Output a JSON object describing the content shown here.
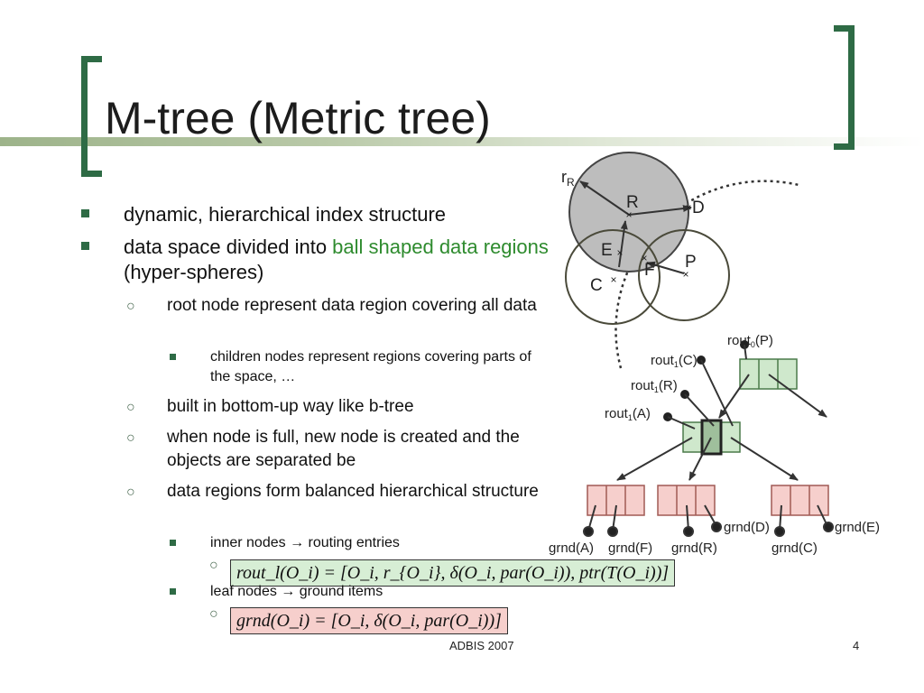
{
  "slide": {
    "title": "M-tree (Metric tree)",
    "bullets": {
      "b1": "dynamic, hierarchical index structure",
      "b2_pre": "data space divided into ",
      "b2_green": "ball shaped data regions",
      "b2_post": " (hyper-spheres)",
      "b2_1": "root node represent data region covering all data",
      "b2_1_1": "children nodes represent regions covering parts of the space, …",
      "b2_2": "built in bottom-up way like b-tree",
      "b2_3": "when node is full, new node is created and the objects are separated be",
      "b2_4": "data regions form balanced hierarchical structure",
      "b2_4_1": "inner nodes → routing entries",
      "b2_4_2": "leaf nodes → ground items"
    },
    "formulas": {
      "rout": "rout_l(O_i) = [O_i, r_{O_i}, δ(O_i, par(O_i)), ptr(T(O_i))]",
      "grnd": "grnd(O_i) = [O_i, δ(O_i, par(O_i))]"
    },
    "footer": {
      "center": "ADBIS 2007",
      "page": "4"
    },
    "colors": {
      "accent": "#2e6b45",
      "green_text": "#2e8b2e",
      "rout_bg": "#d7eed5",
      "grnd_bg": "#f6cfcc",
      "node_green": "#cfe8cc",
      "node_red": "#f6cfcc",
      "region_gray": "#bdbdbd"
    },
    "diagram": {
      "labels": {
        "rR": "r",
        "rR_sub": "R",
        "R": "R",
        "D": "D",
        "E": "E",
        "F": "F",
        "P": "P",
        "C": "C",
        "rout0P": "rout",
        "rout0P_sub": "0",
        "rout0P_arg": "(P)",
        "rout1C": "rout",
        "rout1C_sub": "1",
        "rout1C_arg": "(C)",
        "rout1R": "rout",
        "rout1R_sub": "1",
        "rout1R_arg": "(R)",
        "rout1A": "rout",
        "rout1A_sub": "1",
        "rout1A_arg": "(A)",
        "grndD": "grnd(D)",
        "grndE": "grnd(E)",
        "grndA": "grnd(A)",
        "grndF": "grnd(F)",
        "grndR": "grnd(R)",
        "grndC": "grnd(C)"
      }
    }
  }
}
